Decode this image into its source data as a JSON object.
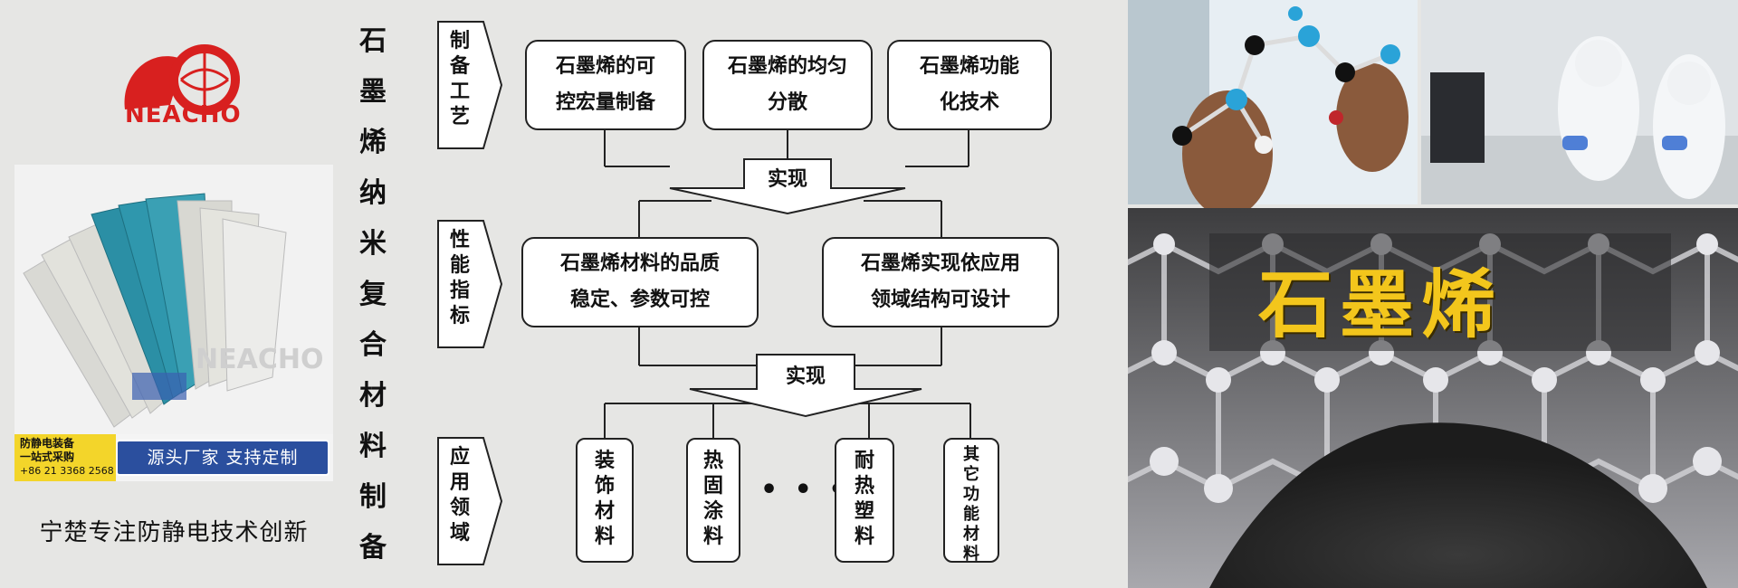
{
  "brand": {
    "logo_text": "NEACHO",
    "logo_color": "#d8201f",
    "promo": {
      "line1": "防静电装备",
      "line2": "一站式采购",
      "phone": "+86 21 3368 2568",
      "banner": "源头厂家 支持定制"
    },
    "slogan": "宁楚专注防静电技术创新"
  },
  "vertical_title": [
    "石",
    "墨",
    "烯",
    "纳",
    "米",
    "复",
    "合",
    "材",
    "料",
    "制",
    "备"
  ],
  "flow": {
    "stages": [
      {
        "label": [
          "制",
          "备",
          "工",
          "艺"
        ]
      },
      {
        "label": [
          "性",
          "能",
          "指",
          "标"
        ]
      },
      {
        "label": [
          "应",
          "用",
          "领",
          "域"
        ]
      }
    ],
    "process_boxes": [
      {
        "line1": "石墨烯的可",
        "line2": "控宏量制备"
      },
      {
        "line1": "石墨烯的均匀",
        "line2": "分散"
      },
      {
        "line1": "石墨烯功能",
        "line2": "化技术"
      }
    ],
    "realize_label": "实现",
    "performance_boxes": [
      {
        "line1": "石墨烯材料的品质",
        "line2": "稳定、参数可控"
      },
      {
        "line1": "石墨烯实现依应用",
        "line2": "领域结构可设计"
      }
    ],
    "applications": [
      {
        "text": [
          "装",
          "饰",
          "材",
          "料"
        ]
      },
      {
        "text": [
          "热",
          "固",
          "涂",
          "料"
        ]
      },
      {
        "text": [
          "耐",
          "热",
          "塑",
          "料"
        ]
      },
      {
        "text": [
          "其",
          "它",
          "功",
          "能",
          "材",
          "料"
        ]
      }
    ],
    "ellipsis": "• • •"
  },
  "photo": {
    "caption": "石墨烯"
  }
}
